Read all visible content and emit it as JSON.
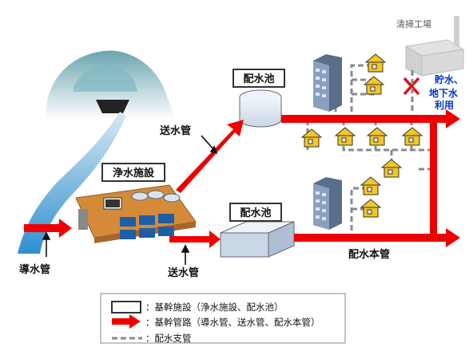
{
  "labels": {
    "treatment_plant": "浄水施設",
    "reservoir_top": "配水池",
    "reservoir_bottom": "配水池",
    "conveyance_pipe_top": "送水管",
    "conveyance_pipe_bottom": "送水管",
    "intake_pipe": "導水管",
    "main_pipe": "配水本管",
    "cleaning_plant": "清掃工場",
    "storage": "貯水、",
    "groundwater": "地下水",
    "use": "利用"
  },
  "legend": {
    "item1": "：基幹施設（浄水施設、配水池）",
    "item2": "：基幹管路（導水管、送水管、配水本管）",
    "item3": "：配水支管"
  },
  "colors": {
    "pipe_red": "#ee0000",
    "branch_gray": "#8a8a8a",
    "river_blue": "#5b9bd5",
    "house_yellow": "#f3c623"
  }
}
